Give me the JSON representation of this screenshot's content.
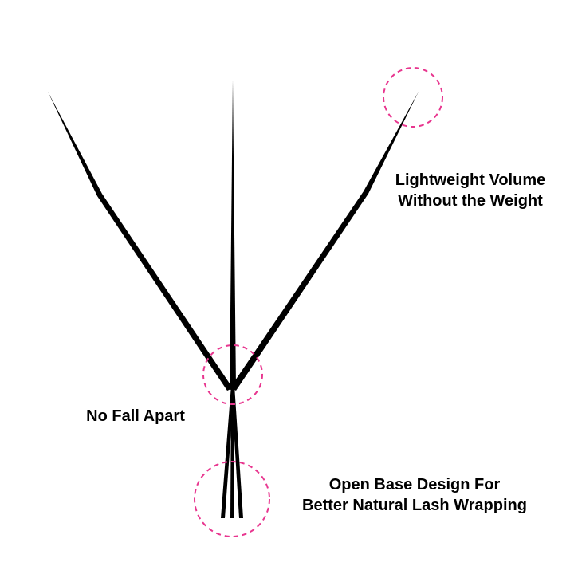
{
  "labels": {
    "lightweight_line1": "Lightweight Volume",
    "lightweight_line2": "Without the Weight",
    "no_fall_apart": "No Fall Apart",
    "open_base_line1": "Open Base Design For",
    "open_base_line2": "Better Natural Lash Wrapping"
  },
  "colors": {
    "background": "#ffffff",
    "lash": "#000000",
    "highlight_circle": "#e8368f",
    "text": "#000000"
  }
}
